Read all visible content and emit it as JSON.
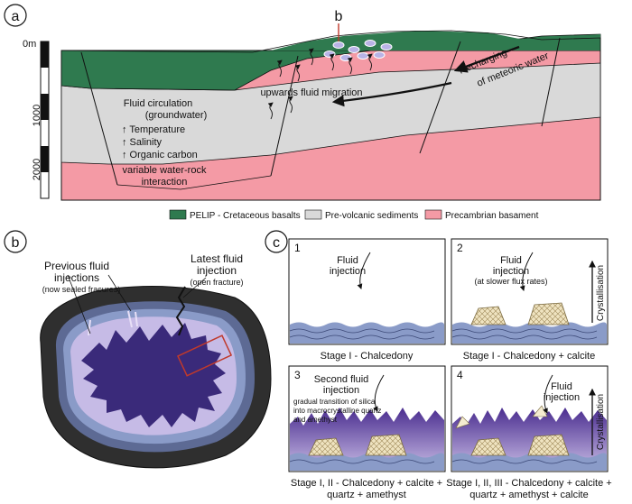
{
  "panel_a": {
    "label": "a",
    "depth_ticks": [
      "0m",
      "1000",
      "2000"
    ],
    "marker_b": "b",
    "text": {
      "fluid_circ_1": "Fluid circulation",
      "fluid_circ_2": "(groundwater)",
      "temperature": "↑ Temperature",
      "salinity": "↑ Salinity",
      "organic": "↑ Organic carbon",
      "wr_1": "variable water-rock",
      "wr_2": "interaction",
      "upwards": "upwards fluid migration",
      "recharge_1": "Recharging",
      "recharge_2": "of meteoric water"
    },
    "legend": [
      {
        "label": "PELIP - Cretaceous basalts",
        "color": "#2f7a4f"
      },
      {
        "label": "Pre-volcanic sediments",
        "color": "#d9d9d9"
      },
      {
        "label": "Precambrian basament",
        "color": "#f49aa5"
      }
    ]
  },
  "panel_b": {
    "label": "b",
    "previous_1": "Previous fluid",
    "previous_2": "injections",
    "previous_3": "(now sealed fracures)",
    "latest_1": "Latest fluid",
    "latest_2": "injection",
    "latest_3": "(open fracture)"
  },
  "panel_c": {
    "label": "c",
    "stages": [
      {
        "num": "1",
        "note_1": "Fluid",
        "note_2": "injection",
        "caption_1": "Stage I - Chalcedony",
        "caption_2": ""
      },
      {
        "num": "2",
        "note_1": "Fluid",
        "note_2": "injection",
        "note_3": "(at slower flux rates)",
        "side": "Crystallisation",
        "caption_1": "Stage I - Chalcedony + calcite",
        "caption_2": ""
      },
      {
        "num": "3",
        "note_1": "Second fluid",
        "note_2": "injection",
        "extra_1": "gradual transition of silica",
        "extra_2": "into macrocrystalline quartz",
        "extra_3": "and amethyst",
        "caption_1": "Stage I, II - Chalcedony + calcite +",
        "caption_2": "quartz + amethyst"
      },
      {
        "num": "4",
        "note_1": "Fluid",
        "note_2": "injection",
        "side": "Crystallisation",
        "caption_1": "Stage I, II, III - Chalcedony + calcite +",
        "caption_2": "quartz + amethyst + calcite"
      }
    ]
  },
  "colors": {
    "basalt": "#2f7a4f",
    "sediment": "#d9d9d9",
    "basement": "#f49aa5",
    "amethyst": "#5a3fa0",
    "chalcedony": "#8a9bc8"
  }
}
